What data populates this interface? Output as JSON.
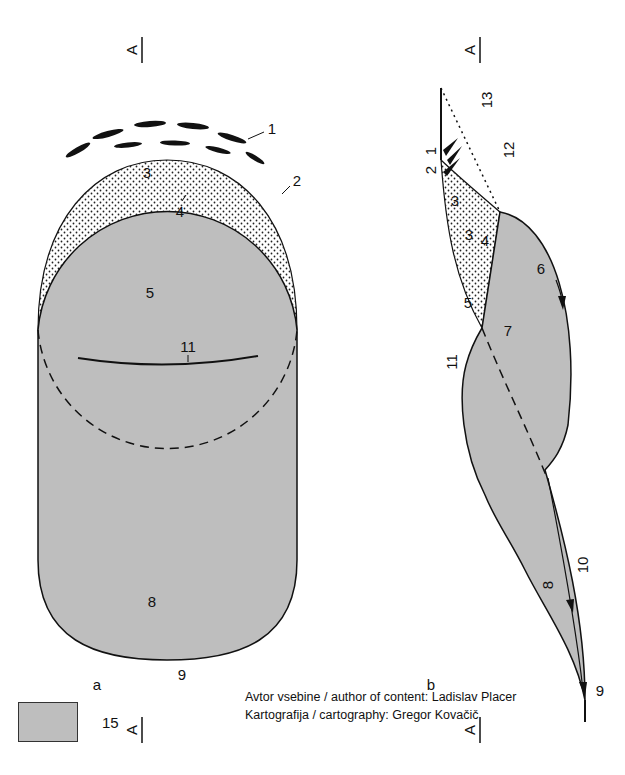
{
  "diagram": {
    "labels": [
      "A",
      "1",
      "3",
      "2",
      "4",
      "5",
      "11",
      "8",
      "9",
      "a",
      "A",
      "A",
      "13",
      "12",
      "2",
      "1",
      "3",
      "3",
      "4",
      "5",
      "6",
      "7",
      "11",
      "8",
      "10",
      "9",
      "b",
      "A",
      "Avtor vsebine / author of content: Ladislav Placer",
      "Kartografija / cartography: Gregor Kovačič"
    ],
    "legend": [
      {
        "text": "15",
        "color": "#bebebe"
      }
    ]
  }
}
